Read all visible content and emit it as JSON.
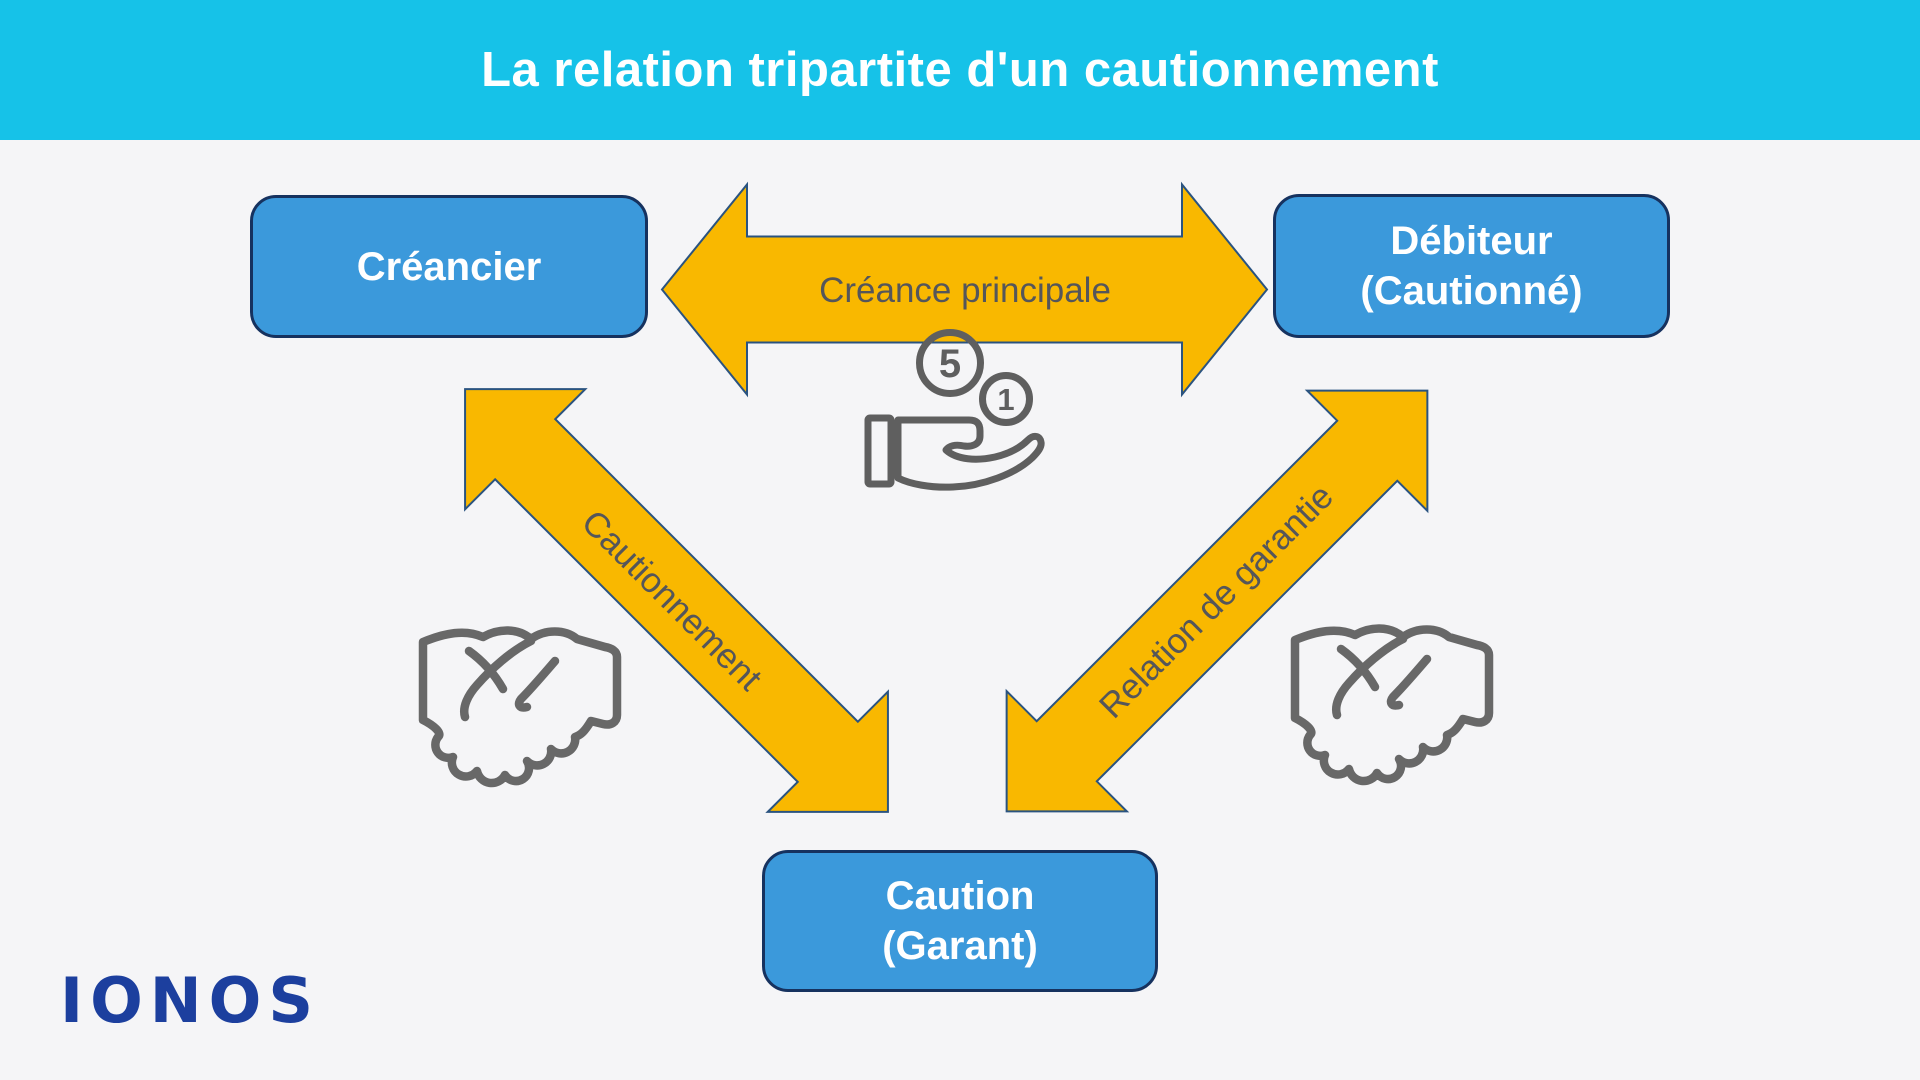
{
  "title": "La relation tripartite d'un cautionnement",
  "nodes": {
    "creancier": {
      "label": "Créancier"
    },
    "debiteur": {
      "line1": "Débiteur",
      "line2": "(Cautionné)"
    },
    "caution": {
      "line1": "Caution",
      "line2": "(Garant)"
    }
  },
  "relations": {
    "creance_principale": {
      "label": "Créance principale"
    },
    "cautionnement": {
      "label": "Cautionnement"
    },
    "relation_de_garantie": {
      "label": "Relation de garantie"
    }
  },
  "icons": {
    "hand_coins": {
      "name": "hand-with-coins-icon",
      "coin_large": "5",
      "coin_small": "1"
    },
    "handshake_left": {
      "name": "handshake-icon"
    },
    "handshake_right": {
      "name": "handshake-icon"
    }
  },
  "logo": {
    "text": "IONOS"
  },
  "colors": {
    "header_bg": "#16C2E8",
    "background": "#F5F5F7",
    "node_fill": "#3B99DB",
    "node_border": "#16325F",
    "arrow_fill": "#F9B800",
    "arrow_border": "#2A5380",
    "label_text": "#55565A",
    "icon_gray": "#686868",
    "logo_blue": "#1C3F9E"
  }
}
